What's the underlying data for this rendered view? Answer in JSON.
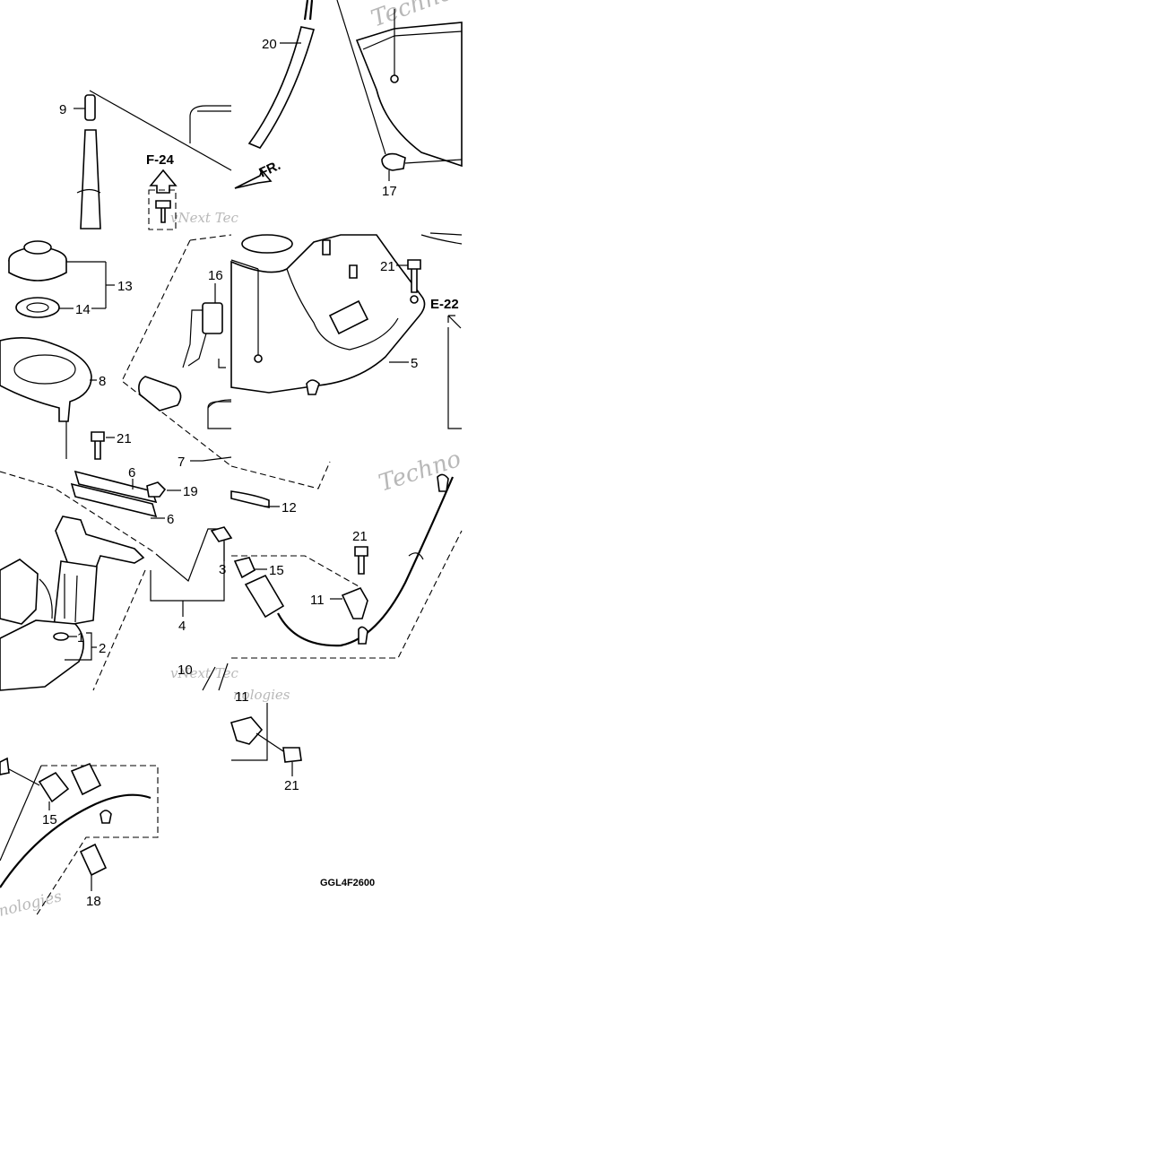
{
  "labels": {
    "l1": "1",
    "l2": "2",
    "l3": "3",
    "l4": "4",
    "l5": "5",
    "l6a": "6",
    "l6b": "6",
    "l7": "7",
    "l8": "8",
    "l9": "9",
    "l10": "10",
    "l11a": "11",
    "l11b": "11",
    "l12": "12",
    "l13": "13",
    "l14": "14",
    "l15a": "15",
    "l15b": "15",
    "l16": "16",
    "l17": "17",
    "l18": "18",
    "l19": "19",
    "l20": "20",
    "l21a": "21",
    "l21b": "21",
    "l21c": "21",
    "l21d": "21"
  },
  "refs": {
    "f24": "F-24",
    "e22": "E-22",
    "fr": "FR."
  },
  "code": "GGL4F2600",
  "watermark": {
    "brand": "Techno",
    "line": "vNext Tec",
    "sub": "nologies"
  }
}
